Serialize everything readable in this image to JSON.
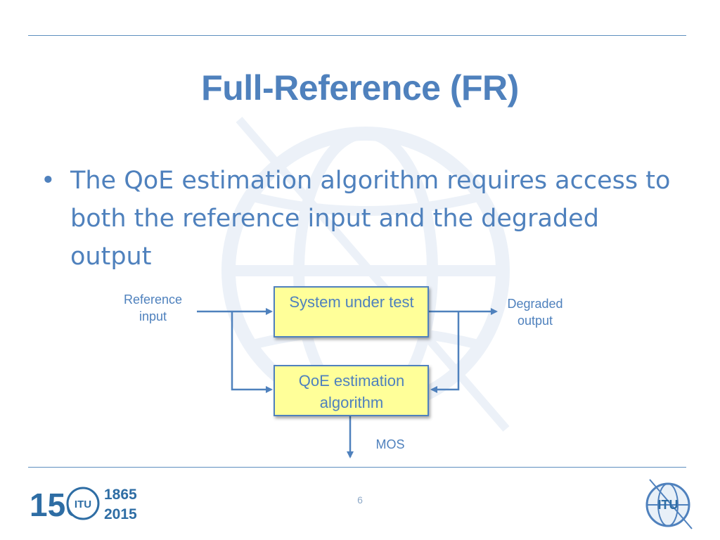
{
  "slide": {
    "title": "Full-Reference (FR)",
    "bullet": "The QoE estimation algorithm requires access to both the reference input and the degraded output",
    "page_number": "6"
  },
  "diagram": {
    "reference_input": "Reference input",
    "system_under_test": "System under test",
    "degraded_output": "Degraded output",
    "qoe_algorithm": "QoE estimation algorithm",
    "mos": "MOS",
    "box_fill": "#ffff99",
    "line_color": "#4f81bd"
  },
  "logos": {
    "anniversary_number": "150",
    "anniversary_years": [
      "1865",
      "2015"
    ],
    "itu_text": "ITU"
  },
  "colors": {
    "accent": "#4f81bd",
    "rule": "#5d8fbf"
  }
}
